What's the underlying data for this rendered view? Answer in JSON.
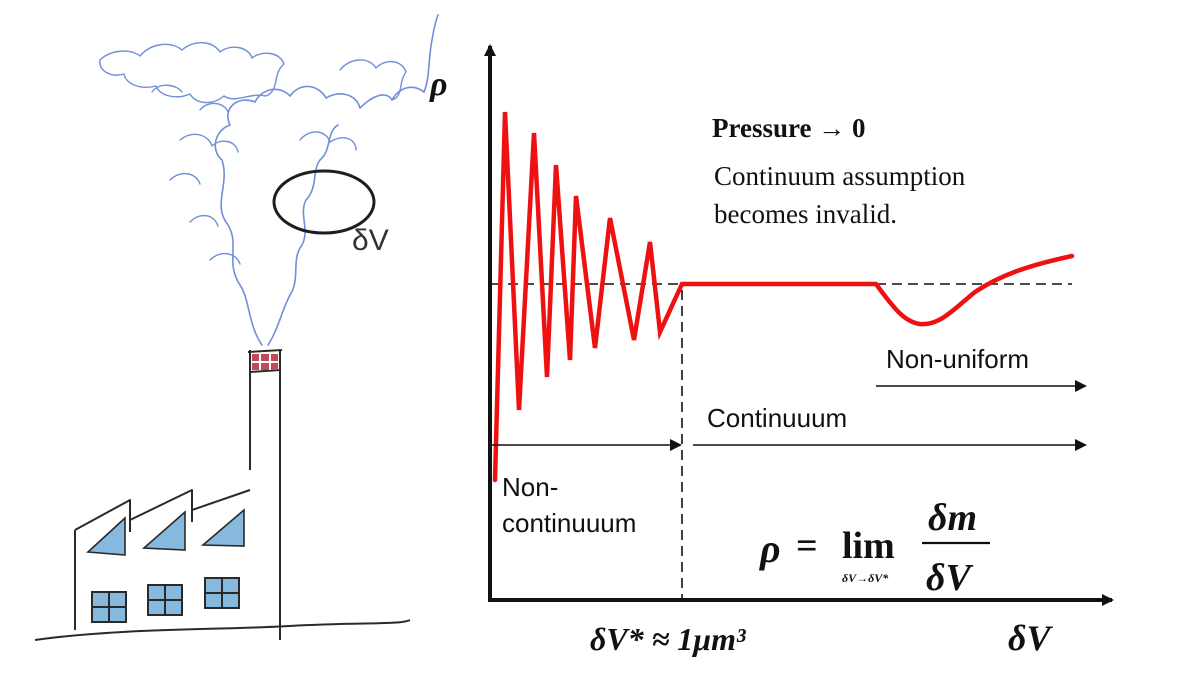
{
  "colors": {
    "curve": "#ee1111",
    "axis": "#111111",
    "smoke": "#6f8fd6",
    "window_glass": "#86b9dd",
    "chimney_band": "#c14a5a"
  },
  "icons": {
    "factory": "factory-sketch-icon",
    "smoke": "smoke-cloud-icon",
    "control_volume": "control-volume-ellipse-icon"
  },
  "sketch": {
    "volume_label": "δV"
  },
  "chart": {
    "y_axis_label": "ρ",
    "x_axis_label": "δV",
    "x_critical_label": "δV* ≈ 1μm³",
    "pressure_note": "Pressure → 0",
    "invalid_note_line1": "Continuum assumption",
    "invalid_note_line2": "becomes invalid.",
    "non_uniform_label": "Non-uniform",
    "continuum_label": "Continuuum",
    "non_continuum_line1": "Non-",
    "non_continuum_line2": "continuuum",
    "formula": {
      "lhs": "ρ",
      "equals": "=",
      "lim": "lim",
      "sub": "δV→δV*",
      "numerator": "δm",
      "denominator": "δV"
    }
  }
}
